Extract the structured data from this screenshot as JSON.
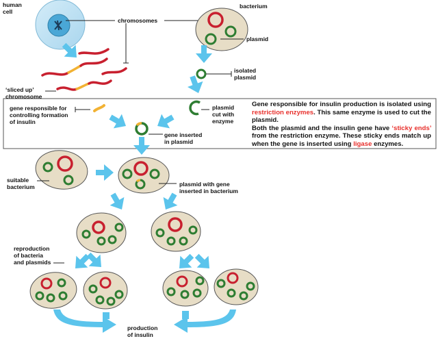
{
  "labels": {
    "human_cell": [
      "human",
      "cell"
    ],
    "chromosomes": "chromosomes",
    "bacterium": "bacterium",
    "plasmid": "plasmid",
    "isolated_plasmid": [
      "isolated",
      "plasmid"
    ],
    "sliced_up_chromosome": [
      "‘sliced up’",
      "chromosome"
    ],
    "gene_responsible": [
      "gene responsible for",
      "controlling formation",
      "of insulin"
    ],
    "plasmid_cut": [
      "plasmid",
      "cut with",
      "enzyme"
    ],
    "gene_inserted": [
      "gene inserted",
      "in plasmid"
    ],
    "suitable_bacterium": [
      "suitable",
      "bacterium"
    ],
    "plasmid_with_gene": [
      "plasmid with gene",
      "inserted in bacterium"
    ],
    "reproduction": [
      "reproduction",
      "of bacteria",
      "and plasmids"
    ],
    "production": [
      "production",
      "of insulin"
    ]
  },
  "info": {
    "p1_a": "Gene responsible for insulin production is isolated using ",
    "p1_red": "restriction enzymes",
    "p1_b": ". This same enzyme is used to cut the plasmid.",
    "p2_a": "Both the plasmid and the insulin gene have ",
    "p2_red": "‘sticky ends’",
    "p2_b": " from the restriction enzyme. These sticky ends match up when the gene is inserted using ",
    "p2_red2": "ligase",
    "p2_c": " enzymes."
  },
  "colors": {
    "cell_fill": "#b9dff2",
    "nucleus_fill": "#4aa7d6",
    "bacterium_fill": "#e7ddc6",
    "plasmid_red": "#c8202f",
    "plasmid_green": "#2e7d32",
    "gene_yellow": "#f2b233",
    "arrow_blue": "#5bc4ec",
    "highlight_red": "#e8302c"
  }
}
